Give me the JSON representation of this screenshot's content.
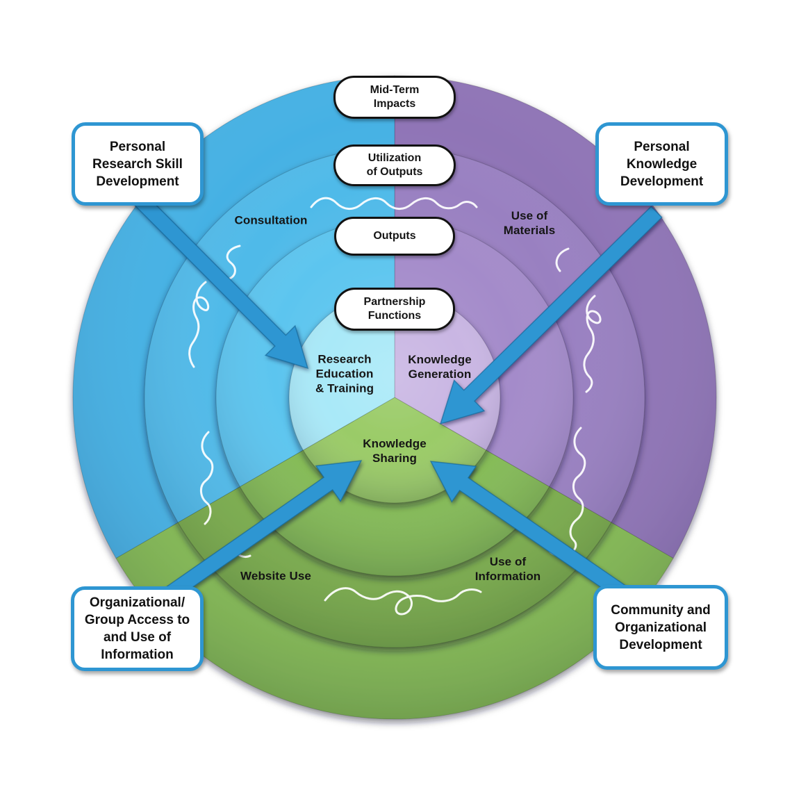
{
  "pills": [
    {
      "label": "Mid-Term\nImpacts"
    },
    {
      "label": "Utilization\nof Outputs"
    },
    {
      "label": "Outputs"
    },
    {
      "label": "Partnership\nFunctions"
    }
  ],
  "sectors": {
    "blue_ring_label": "Consultation",
    "purple_ring_label": "Use of\nMaterials",
    "green_ring_left_label": "Website Use",
    "green_ring_right_label": "Use of\nInformation",
    "blue_core_label": "Research\nEducation\n& Training",
    "purple_core_label": "Knowledge\nGeneration",
    "green_core_label": "Knowledge\nSharing"
  },
  "outcome_boxes": {
    "top_left": "Personal\nResearch Skill\nDevelopment",
    "top_right": "Personal\nKnowledge\nDevelopment",
    "bottom_left": "Organizational/\nGroup Access to\nand Use of\nInformation",
    "bottom_right": "Community and\nOrganizational\nDevelopment"
  },
  "colors": {
    "blue_sector": "#47B3E6",
    "purple_sector": "#8F75B7",
    "green_sector": "#83BA52",
    "arrow_blue": "#2E96D2",
    "box_border_blue": "#2E96D2",
    "pill_border": "#121212"
  }
}
